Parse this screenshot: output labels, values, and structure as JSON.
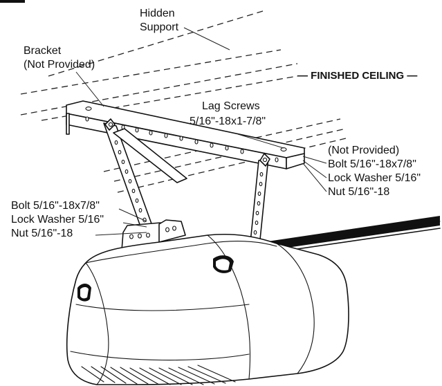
{
  "labels": {
    "hidden_support_1": "Hidden",
    "hidden_support_2": "Support",
    "bracket_1": "Bracket",
    "bracket_2": "(Not Provided)",
    "finished_ceiling": "— FINISHED CEILING —",
    "lag_screws_1": "Lag Screws",
    "lag_screws_2": "5/16\"-18x1-7/8\"",
    "right_hw_1": "(Not Provided)",
    "right_hw_2": "Bolt 5/16\"-18x7/8\"",
    "right_hw_3": "Lock Washer 5/16\"",
    "right_hw_4": "Nut 5/16\"-18",
    "left_hw_1": "Bolt 5/16\"-18x7/8\"",
    "left_hw_2": "Lock Washer 5/16\"",
    "left_hw_3": "Nut 5/16\"-18"
  }
}
